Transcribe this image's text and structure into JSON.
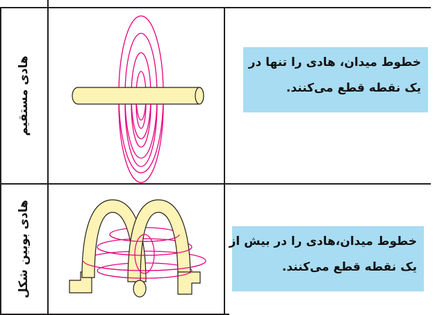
{
  "rows": [
    {
      "label": "هادی مستقیم",
      "description_lines": [
        "خطوط میدان، هادی را تنها در",
        "یک نقطه قطع می‌کنند."
      ]
    },
    {
      "label": "هادی بوبین شکل",
      "description_lines": [
        "خطوط میدان،هادی را در بیش از",
        "یک نقطه قطع می‌کنند."
      ]
    }
  ],
  "colors": {
    "border": "#231f20",
    "description_bg": "#a8dcf2",
    "conductor_fill": "#fdf3b4",
    "field_line": "#e6007e"
  },
  "icons": [
    "straight-conductor-field-icon",
    "coil-conductor-field-icon"
  ]
}
